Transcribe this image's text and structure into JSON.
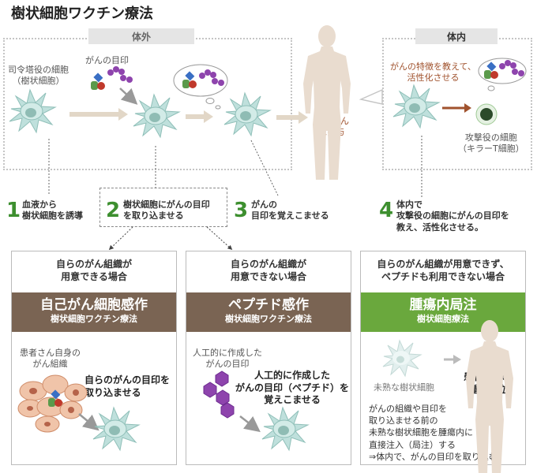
{
  "title": "樹状細胞ワクチン療法",
  "outside_label": "体外",
  "inside_label": "体内",
  "cells": {
    "commander_line1": "司令塔役の細胞",
    "commander_line2": "（樹状細胞）",
    "cancer_mark": "がんの目印",
    "patient_line1": "患者さん",
    "patient_line2": "に投与",
    "teach_line1": "がんの特徴を教えて、",
    "teach_line2": "活性化させる",
    "attacker_line1": "攻撃役の細胞",
    "attacker_line2": "（キラーT細胞）"
  },
  "steps": [
    {
      "num": "1",
      "line1": "血液から",
      "line2": "樹状細胞を誘導"
    },
    {
      "num": "2",
      "line1": "樹状細胞にがんの目印",
      "line2": "を取り込ませる"
    },
    {
      "num": "3",
      "line1": "がんの",
      "line2": "目印を覚えこませる"
    },
    {
      "num": "4",
      "line1": "体内で",
      "line2": "攻撃役の細胞にがんの目印を",
      "line3": "教え、活性化させる。"
    }
  ],
  "panels": [
    {
      "head1": "自らのがん組織が",
      "head2": "用意できる場合",
      "title": "自己がん細胞感作",
      "subtitle": "樹状細胞ワクチン療法",
      "note1_line1": "患者さん自身の",
      "note1_line2": "がん組織",
      "note2_line1": "自らのがんの目印を",
      "note2_line2": "取り込ませる",
      "band_color": "#7a6453"
    },
    {
      "head1": "自らのがん組織が",
      "head2": "用意できない場合",
      "title": "ペプチド感作",
      "subtitle": "樹状細胞ワクチン療法",
      "note1_line1": "人工的に作成した",
      "note1_line2": "がんの目印",
      "note2_line1": "人工的に作成した",
      "note2_line2": "がんの目印（ペプチド）を",
      "note2_line3": "覚えこませる",
      "band_color": "#7a6453"
    },
    {
      "head1": "自らのがん組織が用意できず、",
      "head2": "ペプチドも利用できない場合",
      "title": "腫瘍内局注",
      "subtitle": "樹状細胞療法",
      "immature": "未熟な樹状細胞",
      "target_line1": "患者さんの",
      "target_line2": "腫瘍部位",
      "desc1": "がんの組織や目印を",
      "desc2": "取り込ませる前の",
      "desc3": "未熟な樹状細胞を腫瘍内に",
      "desc4": "直接注入（局注）する",
      "desc5": "⇒体内で、がんの目印を取り込む",
      "band_color": "#6aa83d"
    }
  ],
  "colors": {
    "step_number": "#3d8f2f",
    "brown": "#7a6453",
    "green": "#6aa83d",
    "accent_text": "#a0522d",
    "cell": "#bfe0dc"
  }
}
